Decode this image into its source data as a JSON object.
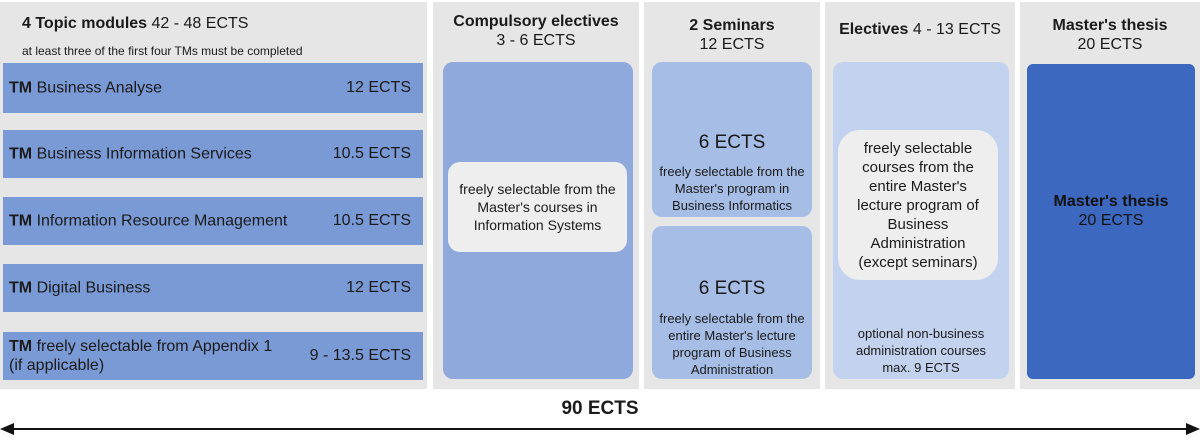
{
  "topic_modules": {
    "title_bold": "4 Topic modules",
    "title_ects": "42 - 48 ECTS",
    "note": "at least three of the first four TMs must be completed",
    "items": [
      {
        "prefix": "TM",
        "name": "Business Analyse",
        "ects": "12 ECTS"
      },
      {
        "prefix": "TM",
        "name": "Business Information Services",
        "ects": "10.5 ECTS"
      },
      {
        "prefix": "TM",
        "name": "Information Resource Management",
        "ects": "10.5 ECTS"
      },
      {
        "prefix": "TM",
        "name": "Digital Business",
        "ects": "12 ECTS"
      },
      {
        "prefix": "TM",
        "name": "freely selectable from Appendix 1",
        "name2": "(if applicable)",
        "ects": "9 - 13.5 ECTS"
      }
    ]
  },
  "compulsory_electives": {
    "title": "Compulsory electives",
    "ects": "3 - 6 ECTS",
    "line1": "freely selectable from the",
    "line2": "Master's courses in",
    "line3": "Information Systems"
  },
  "seminars": {
    "title": "2 Seminars",
    "ects": "12 ECTS",
    "s1": {
      "ects": "6 ECTS",
      "line1": "freely selectable from the",
      "line2": "Master's program in",
      "line3": "Business Informatics"
    },
    "s2": {
      "ects": "6 ECTS",
      "line1": "freely selectable from the",
      "line2": "entire Master's lecture",
      "line3": "program of Business",
      "line4": "Administration"
    }
  },
  "electives": {
    "title_bold": "Electives",
    "title_ects": "4 - 13 ECTS",
    "pill": [
      "freely selectable",
      "courses from the",
      "entire Master's",
      "lecture program of",
      "Business",
      "Administration",
      "(except seminars)"
    ],
    "note": [
      "optional non-business",
      "administration courses",
      "max. 9 ECTS"
    ]
  },
  "thesis": {
    "title": "Master's thesis",
    "ects": "20 ECTS",
    "box_title": "Master's thesis",
    "box_ects": "20 ECTS"
  },
  "total": "90 ECTS",
  "colors": {
    "panel": "#e6e6e6",
    "tm": "#7a9ad6",
    "compulsory": "#8fa9dc",
    "seminar": "#a6bde6",
    "electives": "#c3d3ef",
    "thesis": "#3c68c0"
  }
}
